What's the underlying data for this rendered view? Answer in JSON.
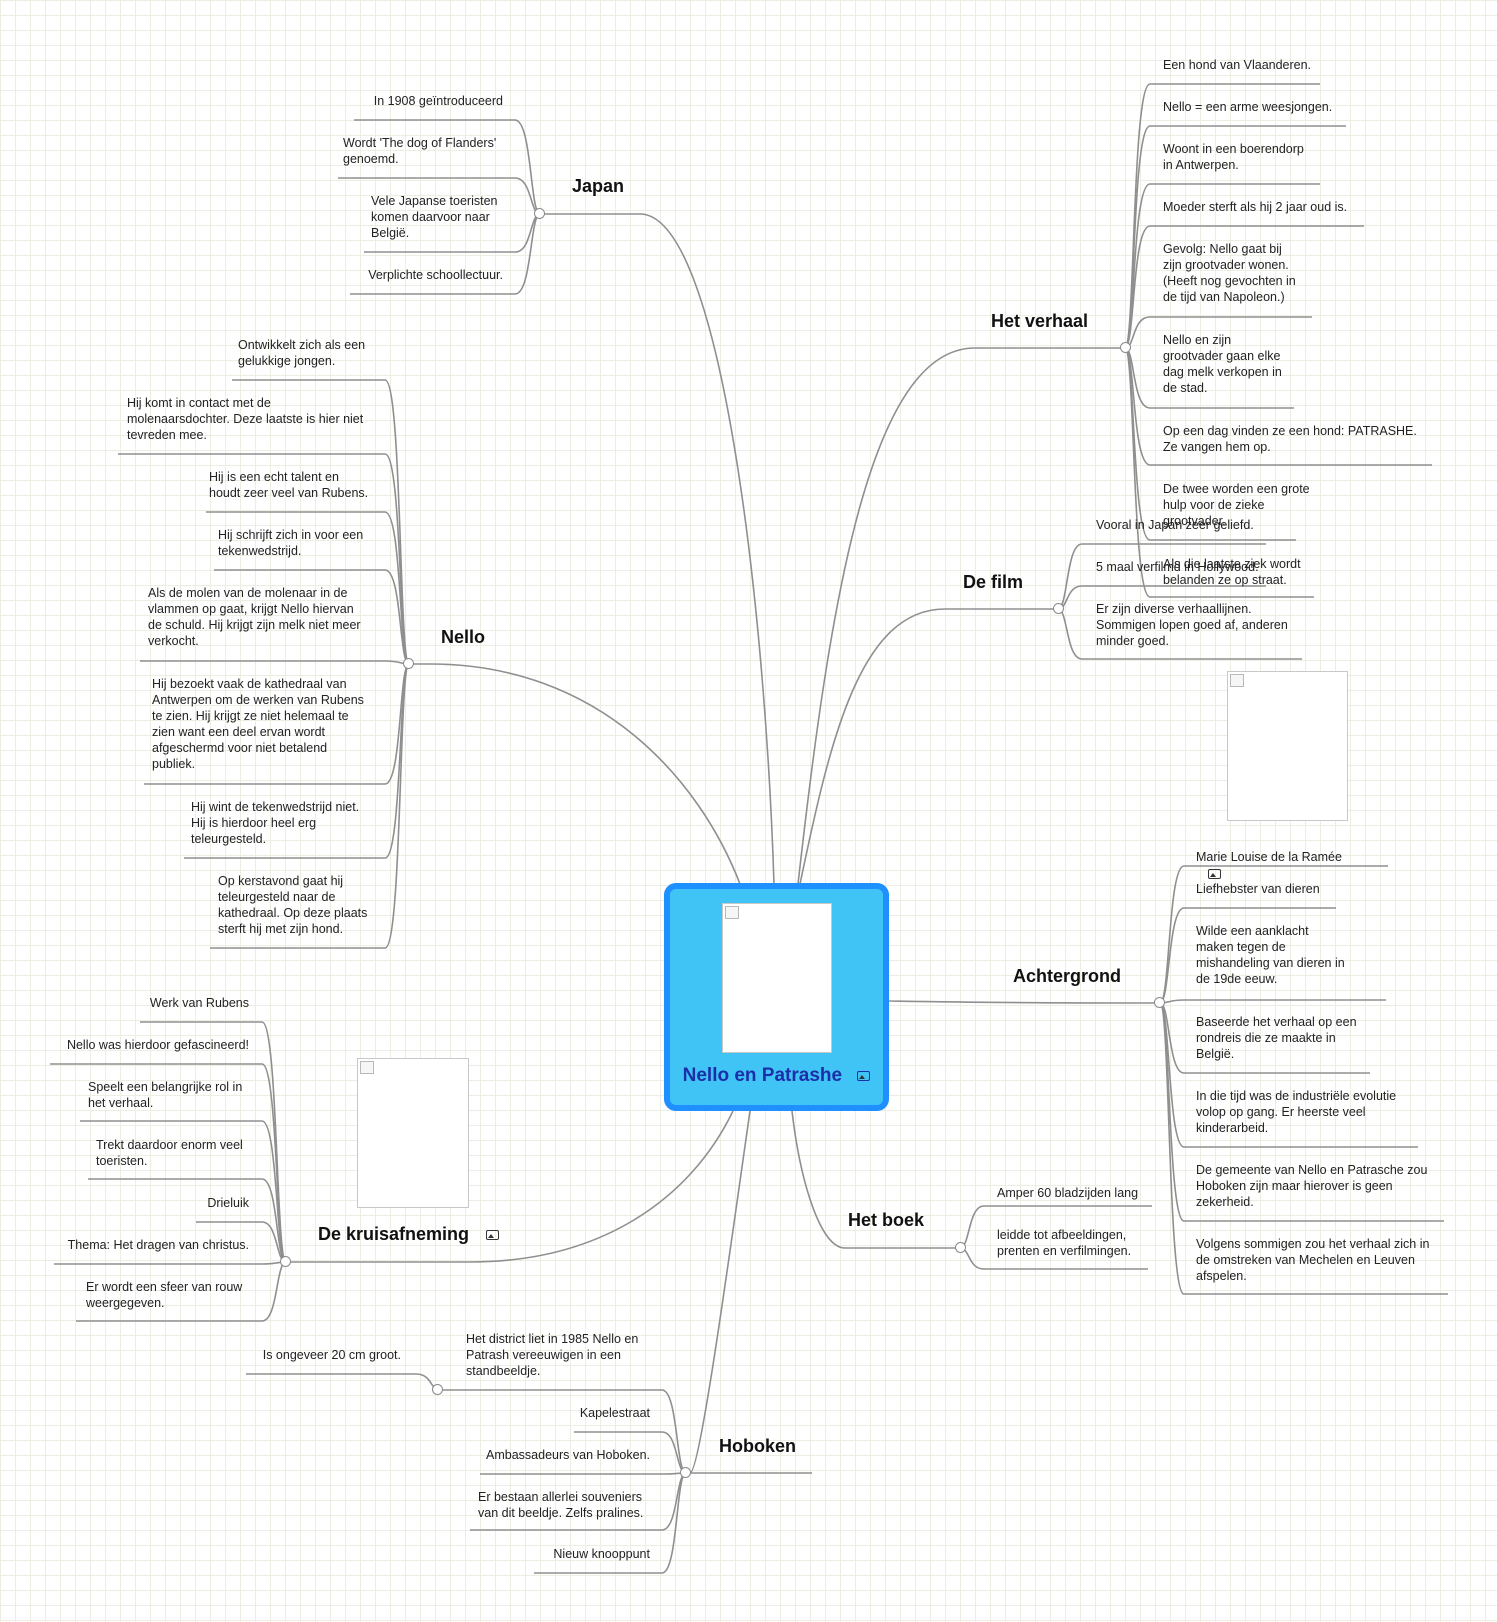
{
  "central": {
    "title": "Nello en Patrashe",
    "icon": "image-icon"
  },
  "branches": {
    "japan": {
      "label": "Japan",
      "items": [
        "In 1908 geïntroduceerd",
        "Wordt 'The dog of Flanders'\ngenoemd.",
        "Vele Japanse toeristen\nkomen daarvoor naar\nBelgië.",
        "Verplichte schoollectuur."
      ]
    },
    "het_verhaal": {
      "label": "Het verhaal",
      "items": [
        "Een hond van Vlaanderen.",
        "Nello = een arme weesjongen.",
        "Woont in een boerendorp\nin Antwerpen.",
        "Moeder sterft als hij 2 jaar oud is.",
        "Gevolg: Nello gaat bij\nzijn grootvader wonen.\n(Heeft nog gevochten in\nde tijd van Napoleon.)",
        "Nello en zijn\ngrootvader gaan elke\ndag melk verkopen in\nde stad.",
        "Op een dag vinden ze een hond: PATRASHE.\nZe vangen hem op.",
        "De twee worden een grote\nhulp voor de zieke\ngrootvader.",
        "Als die laatste ziek wordt\nbelanden ze op straat."
      ]
    },
    "de_film": {
      "label": "De film",
      "items": [
        "Vooral in Japan zeer geliefd.",
        "5 maal verfilmd in Hollywood.",
        "Er zijn diverse verhaallijnen.\nSommigen lopen goed af, anderen\nminder goed."
      ]
    },
    "nello": {
      "label": "Nello",
      "items": [
        "Ontwikkelt zich als een\ngelukkige jongen.",
        "Hij komt in contact met de\nmolenaarsdochter. Deze laatste is hier niet\ntevreden mee.",
        "Hij is een echt talent en\nhoudt zeer veel van Rubens.",
        "Hij schrijft zich in voor een\ntekenwedstrijd.",
        "Als de molen van de molenaar in de\nvlammen op gaat, krijgt Nello hiervan\nde schuld. Hij krijgt zijn melk niet meer\nverkocht.",
        "Hij bezoekt vaak de kathedraal van\nAntwerpen om de werken van Rubens\nte zien. Hij krijgt ze niet helemaal te\nzien want een deel ervan wordt\nafgeschermd voor niet betalend\npubliek.",
        "Hij wint de tekenwedstrijd niet.\nHij is hierdoor heel erg\nteleurgesteld.",
        "Op kerstavond gaat hij\nteleurgesteld naar de\nkathedraal. Op deze plaats\nsterft hij met zijn hond."
      ]
    },
    "achtergrond": {
      "label": "Achtergrond",
      "items": [
        "Marie Louise de la Ramée",
        "Liefhebster van dieren",
        "Wilde een aanklacht\nmaken tegen de\nmishandeling van dieren in\nde 19de eeuw.",
        "Baseerde het verhaal op een\nrondreis die ze maakte in\nBelgië.",
        "In die tijd was de industriële evolutie\nvolop op gang. Er heerste veel\nkinderarbeid.",
        "De gemeente van Nello en Patrasche zou\nHoboken zijn maar hierover is geen\nzekerheid.",
        "Volgens sommigen zou het verhaal zich in\nde omstreken van Mechelen en Leuven\nafspelen."
      ]
    },
    "het_boek": {
      "label": "Het boek",
      "items": [
        "Amper 60 bladzijden lang",
        "leidde tot afbeeldingen,\nprenten en verfilmingen."
      ]
    },
    "de_kruisafneming": {
      "label": "De kruisafneming",
      "items": [
        "Werk van Rubens",
        "Nello was hierdoor gefascineerd!",
        "Speelt een belangrijke rol in\nhet verhaal.",
        "Trekt daardoor enorm veel\ntoeristen.",
        "Drieluik",
        "Thema: Het dragen van christus.",
        "Er wordt een sfeer van rouw\nweergegeven."
      ]
    },
    "hoboken": {
      "label": "Hoboken",
      "items": [
        "Het district liet in 1985 Nello en\nPatrash vereeuwigen in een\nstandbeeldje.",
        "Kapelestraat",
        "Ambassadeurs van Hoboken.",
        "Er bestaan allerlei souveniers\nvan dit beeldje. Zelfs pralines.",
        "Nieuw knooppunt"
      ],
      "sub_item": "Is ongeveer 20 cm groot."
    }
  }
}
